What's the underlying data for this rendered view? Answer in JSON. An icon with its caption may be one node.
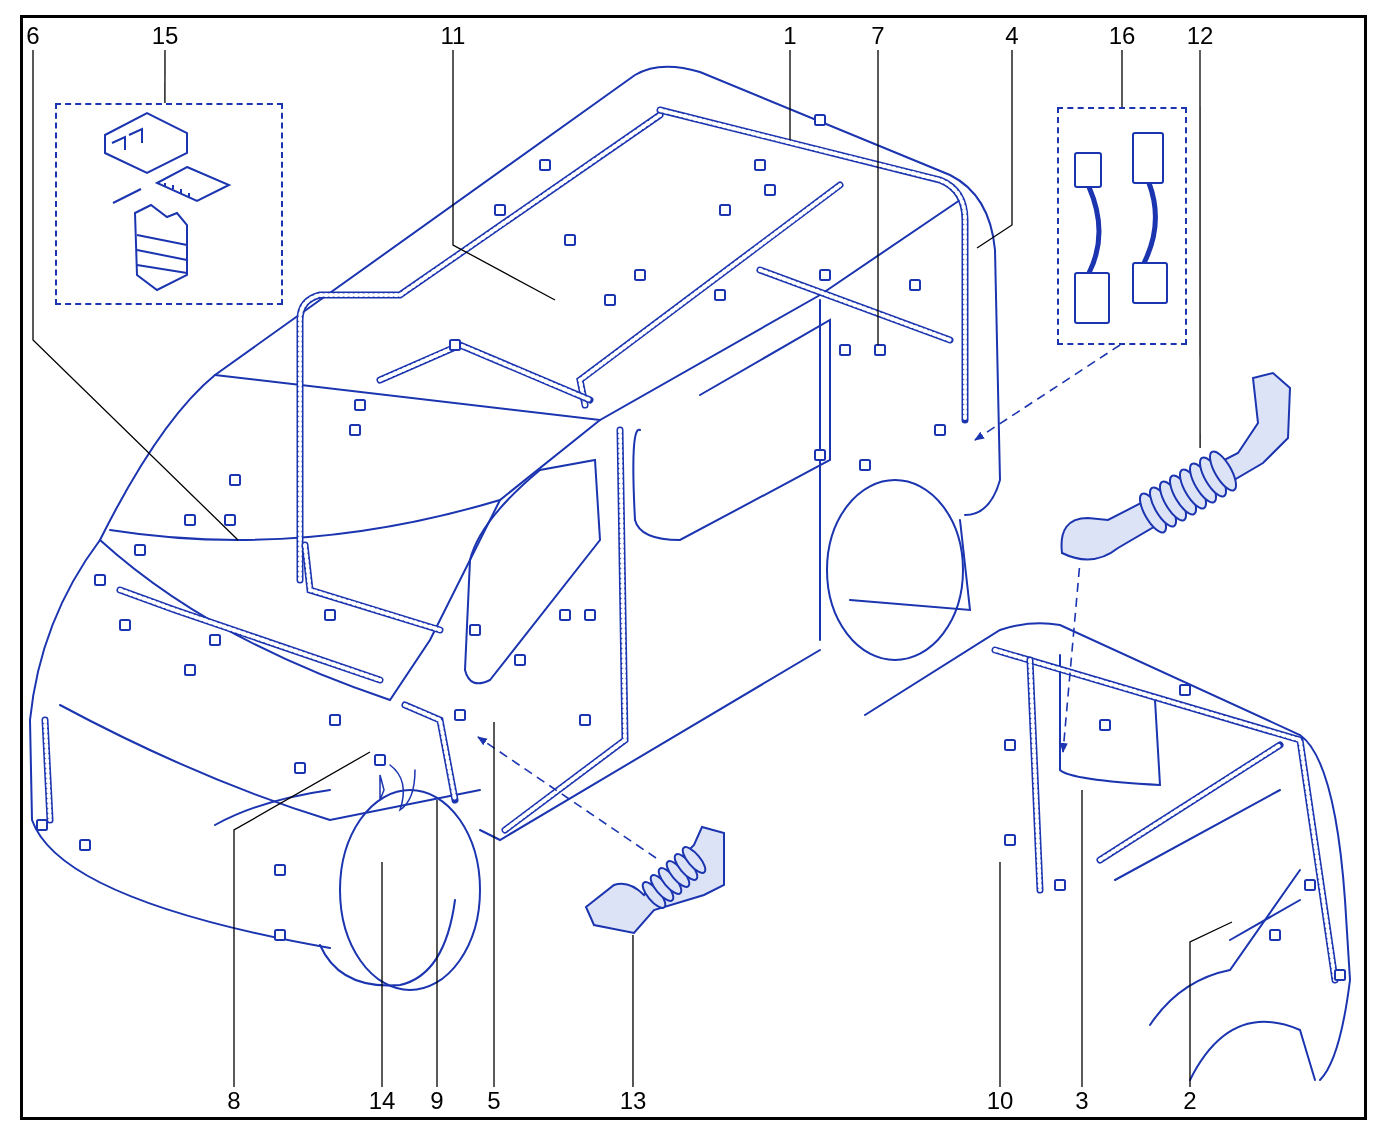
{
  "diagram": {
    "nodes": [
      {
        "text": [
          "6"
        ]
      },
      {
        "text": [
          "15"
        ]
      },
      {
        "text": [
          "11"
        ]
      },
      {
        "text": [
          "1"
        ]
      },
      {
        "text": [
          "7"
        ]
      },
      {
        "text": [
          "4"
        ]
      },
      {
        "text": [
          "16"
        ]
      },
      {
        "text": [
          "12"
        ]
      },
      {
        "text": [],
        "shape": "box"
      },
      {
        "text": [],
        "shape": "box"
      },
      {
        "text": [],
        "shape": "picture"
      },
      {
        "text": [],
        "shape": "picture"
      },
      {
        "text": [
          "8"
        ]
      },
      {
        "text": [
          "14"
        ]
      },
      {
        "text": [
          "9"
        ]
      },
      {
        "text": [
          "5"
        ]
      },
      {
        "text": [
          "13"
        ]
      },
      {
        "text": [
          "10"
        ]
      },
      {
        "text": [
          "3"
        ]
      },
      {
        "text": [
          "2"
        ]
      }
    ],
    "edges": [
      {
        "from": 0,
        "to": null,
        "arrow": "none"
      },
      {
        "from": 1,
        "to": 8,
        "arrow": "none"
      },
      {
        "from": 2,
        "to": null,
        "arrow": "none"
      },
      {
        "from": 3,
        "to": null,
        "arrow": "none"
      },
      {
        "from": 4,
        "to": null,
        "arrow": "none"
      },
      {
        "from": 5,
        "to": null,
        "arrow": "none"
      },
      {
        "from": 6,
        "to": 9,
        "arrow": "none"
      },
      {
        "from": 7,
        "to": 10,
        "arrow": "none"
      },
      {
        "from": 9,
        "to": null,
        "arrow": "to",
        "style": "dashed",
        "color": "#1b34b0"
      },
      {
        "from": 10,
        "to": null,
        "arrow": "to",
        "style": "dashed",
        "color": "#1b34b0"
      },
      {
        "from": 11,
        "to": null,
        "arrow": "to",
        "style": "dashed",
        "color": "#1b34b0"
      },
      {
        "from": 12,
        "to": null,
        "arrow": "none"
      },
      {
        "from": 13,
        "to": null,
        "arrow": "none"
      },
      {
        "from": 14,
        "to": null,
        "arrow": "none"
      },
      {
        "from": 15,
        "to": null,
        "arrow": "none"
      },
      {
        "from": 16,
        "to": 11,
        "arrow": "none"
      },
      {
        "from": 17,
        "to": null,
        "arrow": "none"
      },
      {
        "from": 18,
        "to": null,
        "arrow": "none"
      },
      {
        "from": 19,
        "to": null,
        "arrow": "none"
      }
    ]
  }
}
